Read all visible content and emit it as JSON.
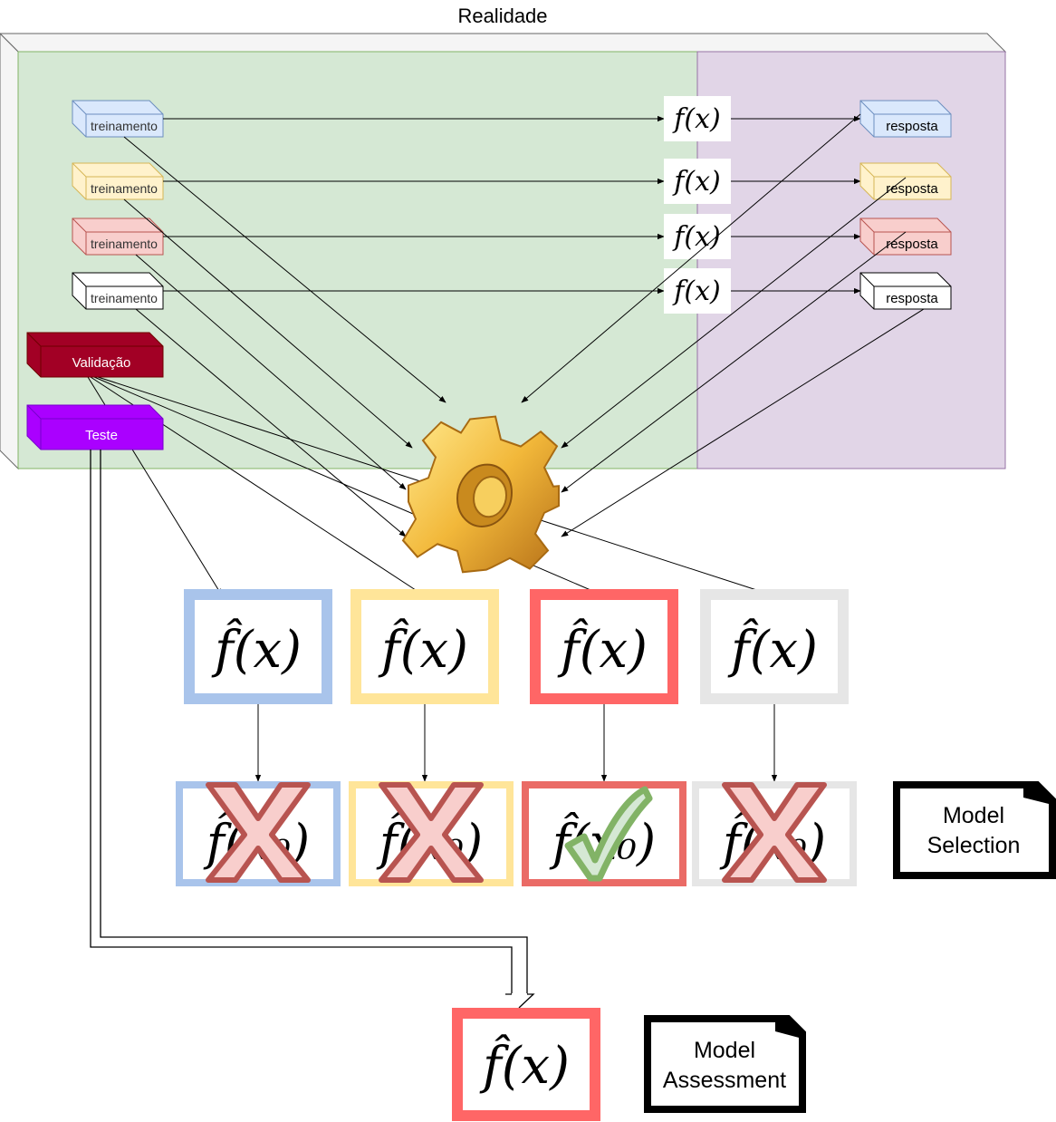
{
  "title": "Realidade",
  "training_rows": [
    {
      "input_label": "treinamento",
      "function_label": "f(x)",
      "output_label": "resposta",
      "fill": "#dae8fc",
      "stroke": "#6c8ebf"
    },
    {
      "input_label": "treinamento",
      "function_label": "f(x)",
      "output_label": "resposta",
      "fill": "#fff2cc",
      "stroke": "#d6b656"
    },
    {
      "input_label": "treinamento",
      "function_label": "f(x)",
      "output_label": "resposta",
      "fill": "#f8cecc",
      "stroke": "#b85450"
    },
    {
      "input_label": "treinamento",
      "function_label": "f(x)",
      "output_label": "resposta",
      "fill": "#ffffff",
      "stroke": "#000000"
    }
  ],
  "validation_label": "Validação",
  "test_label": "Teste",
  "models": [
    {
      "label": "f̂(x)",
      "border_color": "#a9c4eb"
    },
    {
      "label": "f̂(x)",
      "border_color": "#ffe599"
    },
    {
      "label": "f̂(x)",
      "border_color": "#ff6666"
    },
    {
      "label": "f̂(x)",
      "border_color": "#e6e6e6"
    }
  ],
  "evaluations": [
    {
      "label": "f̂(x₀)",
      "border_color": "#a9c4eb",
      "result": "rejected",
      "mark_icon": "x-mark-icon"
    },
    {
      "label": "f̂(x₀)",
      "border_color": "#ffe599",
      "result": "rejected",
      "mark_icon": "x-mark-icon"
    },
    {
      "label": "f̂(x₀)",
      "border_color": "#ea6b66",
      "result": "selected",
      "mark_icon": "checkmark-icon"
    },
    {
      "label": "f̂(x₀)",
      "border_color": "#e6e6e6",
      "result": "rejected",
      "mark_icon": "x-mark-icon"
    }
  ],
  "final_model": {
    "label": "f̂(x)",
    "border_color": "#ff6666"
  },
  "model_selection_label": "Model Selection",
  "model_assessment_label": "Model Assessment",
  "gear_icon": "gear-icon",
  "colors": {
    "training_region": "#d5e8d4",
    "response_region": "#e1d5e7",
    "validation": "#a20025",
    "test": "#aa00ff"
  }
}
